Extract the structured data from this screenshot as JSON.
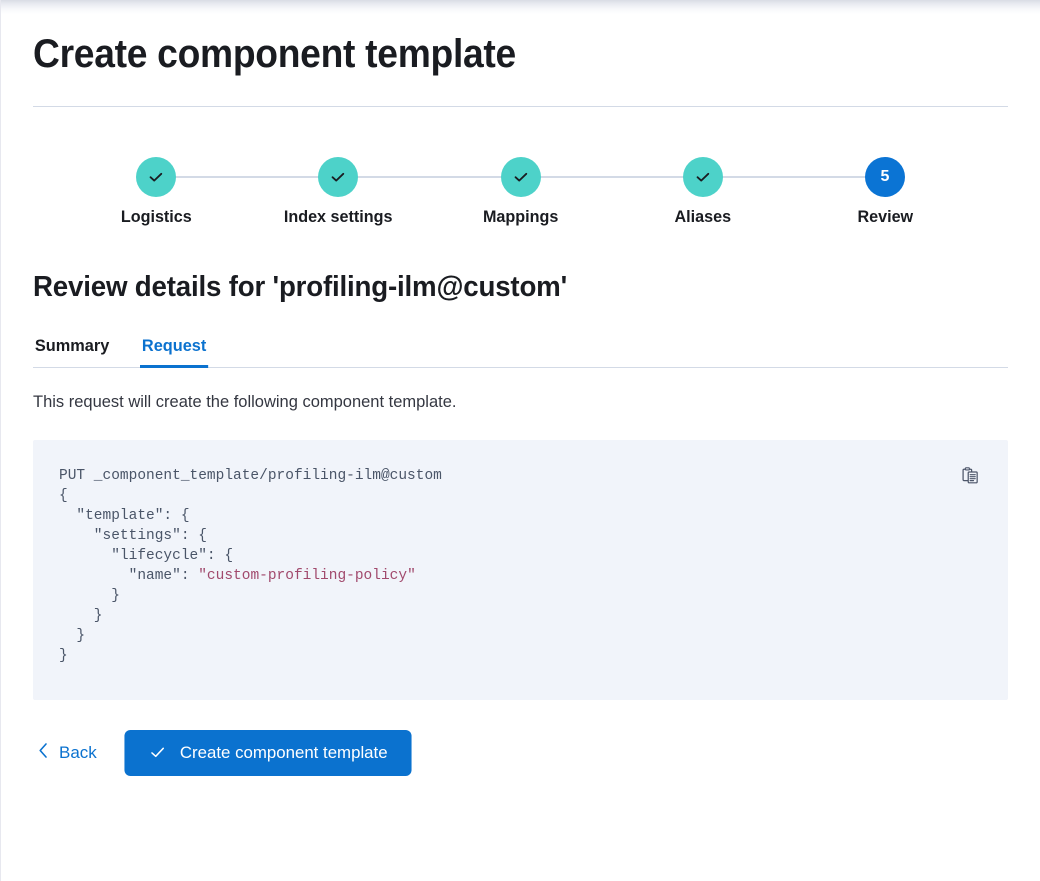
{
  "page": {
    "title": "Create component template"
  },
  "stepper": {
    "steps": [
      {
        "label": "Logistics",
        "state": "complete",
        "number": "1",
        "icon": "check-icon"
      },
      {
        "label": "Index settings",
        "state": "complete",
        "number": "2",
        "icon": "check-icon"
      },
      {
        "label": "Mappings",
        "state": "complete",
        "number": "3",
        "icon": "check-icon"
      },
      {
        "label": "Aliases",
        "state": "complete",
        "number": "4",
        "icon": "check-icon"
      },
      {
        "label": "Review",
        "state": "current",
        "number": "5",
        "icon": ""
      }
    ],
    "complete_color": "#4dd2c9",
    "current_color": "#0b74d4",
    "line_color": "#d3dae6"
  },
  "review": {
    "heading": "Review details for 'profiling-ilm@custom'",
    "tabs": [
      {
        "label": "Summary",
        "active": false
      },
      {
        "label": "Request",
        "active": true
      }
    ],
    "description": "This request will create the following component template."
  },
  "request": {
    "method_line": "PUT _component_template/profiling-ilm@custom",
    "body_lines": [
      "{",
      "  \"template\": {",
      "    \"settings\": {",
      "      \"lifecycle\": {",
      "        \"name\": \"custom-profiling-policy\"",
      "      }",
      "    }",
      "  }",
      "}"
    ],
    "string_value": "\"custom-profiling-policy\"",
    "copy_icon": "copy-clipboard-icon",
    "background_color": "#f1f4fa",
    "string_color": "#a14a6d"
  },
  "actions": {
    "back_label": "Back",
    "back_icon": "chevron-left-icon",
    "submit_label": "Create component template",
    "submit_icon": "check-icon",
    "submit_color": "#0b72cf"
  }
}
